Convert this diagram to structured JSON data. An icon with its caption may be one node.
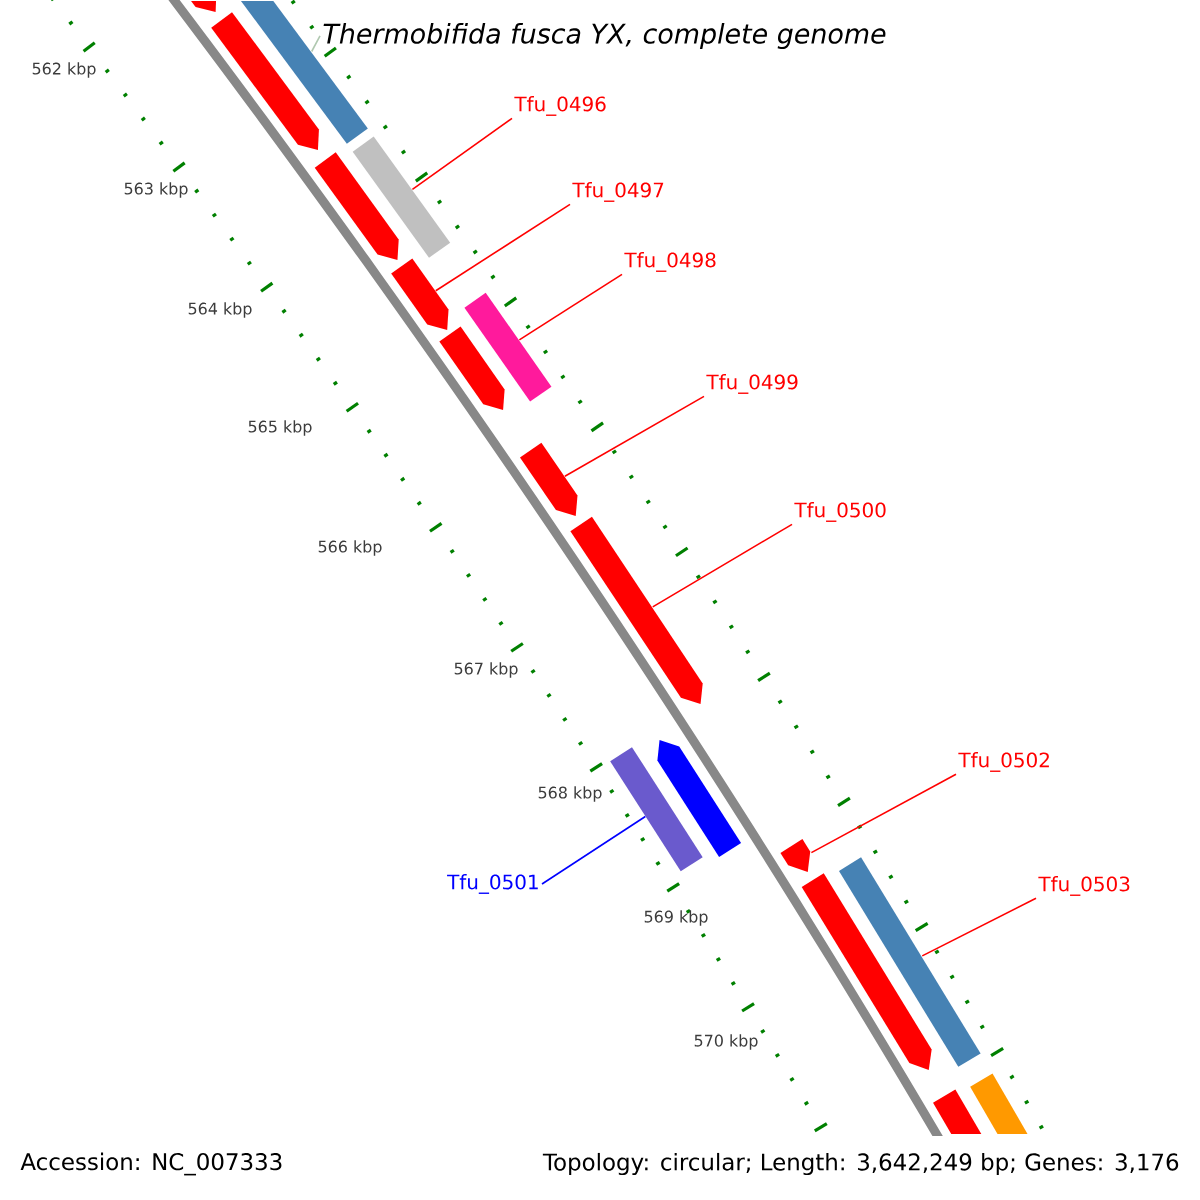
{
  "diagram": {
    "nodes": [
      {
        "text": [
          "Thermobifida fusca YX, complete genome"
        ]
      },
      {
        "text": [
          "Tfu_0496"
        ]
      },
      {
        "text": [
          "Tfu_0497"
        ]
      },
      {
        "text": [
          "Tfu_0498"
        ]
      },
      {
        "text": [
          "Tfu_0499"
        ]
      },
      {
        "text": [
          "Tfu_0500"
        ]
      },
      {
        "text": [
          "Tfu_0502"
        ]
      },
      {
        "text": [
          "Tfu_0501"
        ]
      },
      {
        "text": [
          "Tfu_0503"
        ]
      },
      {
        "text": [],
        "shape": "pentagon"
      },
      {
        "text": [],
        "shape": "bar"
      },
      {
        "text": [],
        "shape": "pentagon"
      },
      {
        "text": [],
        "shape": "bar"
      },
      {
        "text": [],
        "shape": "pentagon"
      },
      {
        "text": [],
        "shape": "pentagon"
      },
      {
        "text": [],
        "shape": "bar"
      },
      {
        "text": [],
        "shape": "pentagon"
      },
      {
        "text": [],
        "shape": "pentagon"
      },
      {
        "text": [],
        "shape": "pentagon"
      },
      {
        "text": [],
        "shape": "pentagon"
      },
      {
        "text": [],
        "shape": "bar"
      },
      {
        "text": [],
        "shape": "pentagon"
      },
      {
        "text": [],
        "shape": "bar"
      },
      {
        "text": [],
        "shape": "pentagon"
      },
      {
        "text": [],
        "shape": "bar"
      },
      {
        "text": [],
        "shape": "bar"
      }
    ],
    "edges": [
      {
        "from": 0,
        "to": 10,
        "arrow": "none",
        "color": "#b0c8b0"
      },
      {
        "from": 1,
        "to": 12,
        "arrow": "none"
      },
      {
        "from": 2,
        "to": 14,
        "arrow": "none"
      },
      {
        "from": 3,
        "to": 15,
        "arrow": "none"
      },
      {
        "from": 4,
        "to": 17,
        "arrow": "none"
      },
      {
        "from": 5,
        "to": 18,
        "arrow": "none"
      },
      {
        "from": 6,
        "to": 21,
        "arrow": "none"
      },
      {
        "from": 7,
        "to": 20,
        "arrow": "none",
        "color": "#0000ff"
      },
      {
        "from": 8,
        "to": 22,
        "arrow": "none"
      }
    ],
    "labels": [
      "562 kbp",
      "563 kbp",
      "564 kbp",
      "565 kbp",
      "566 kbp",
      "567 kbp",
      "568 kbp",
      "569 kbp",
      "570 kbp",
      "Accession: NC_007333",
      "Topology: circular; Length: 3,642,249 bp; Genes: 3,176"
    ]
  }
}
